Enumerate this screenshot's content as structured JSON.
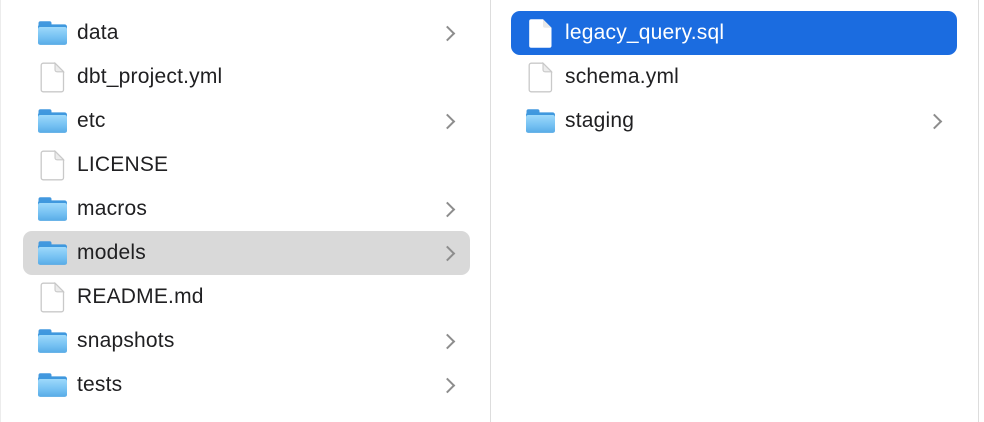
{
  "colors": {
    "selection_blue": "#1b6ce0",
    "selection_gray": "#d9d9d9",
    "folder_blue": "#5fb0e9",
    "divider": "#dddddd",
    "text": "#202022",
    "selected_text": "#ffffff",
    "chevron_gray": "#8d8d8d"
  },
  "columns": [
    {
      "name": "parent-folder-column",
      "items": [
        {
          "label": "data",
          "type": "folder",
          "chevron": true,
          "selected": "none"
        },
        {
          "label": "dbt_project.yml",
          "type": "file",
          "chevron": false,
          "selected": "none"
        },
        {
          "label": "etc",
          "type": "folder",
          "chevron": true,
          "selected": "none"
        },
        {
          "label": "LICENSE",
          "type": "file",
          "chevron": false,
          "selected": "none"
        },
        {
          "label": "macros",
          "type": "folder",
          "chevron": true,
          "selected": "none"
        },
        {
          "label": "models",
          "type": "folder",
          "chevron": true,
          "selected": "gray"
        },
        {
          "label": "README.md",
          "type": "file",
          "chevron": false,
          "selected": "none"
        },
        {
          "label": "snapshots",
          "type": "folder",
          "chevron": true,
          "selected": "none"
        },
        {
          "label": "tests",
          "type": "folder",
          "chevron": true,
          "selected": "none"
        }
      ]
    },
    {
      "name": "models-folder-column",
      "items": [
        {
          "label": "legacy_query.sql",
          "type": "file",
          "chevron": false,
          "selected": "blue"
        },
        {
          "label": "schema.yml",
          "type": "file",
          "chevron": false,
          "selected": "none"
        },
        {
          "label": "staging",
          "type": "folder",
          "chevron": true,
          "selected": "none"
        }
      ]
    }
  ]
}
